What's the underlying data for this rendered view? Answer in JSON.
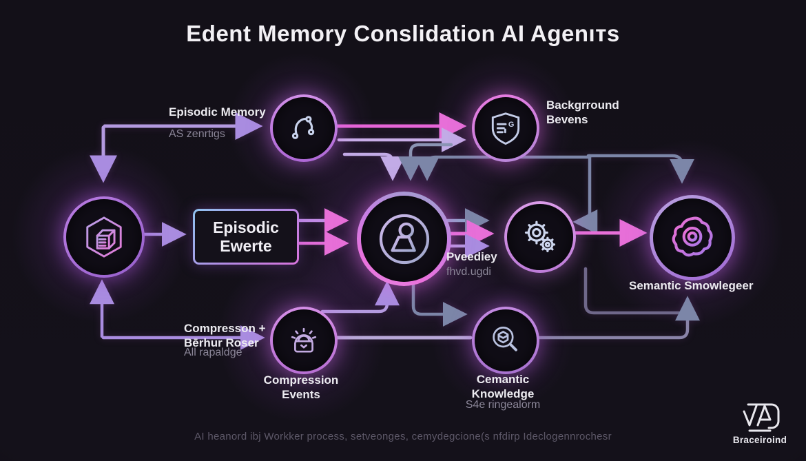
{
  "title": "Edent Memory Conslidation AI Agenıтs",
  "colors": {
    "background": "#131018",
    "accent_pink": "#e76fd8",
    "accent_purple": "#a98ce0",
    "accent_slate": "#7c86a8",
    "ring_purple": "#b97be0",
    "text_white": "#ecebf0",
    "text_gray": "#8b8698"
  },
  "diagram": {
    "top_left_edge": {
      "label": "Episodic Memory",
      "sub": "AS zenrtigs"
    },
    "route_node": {
      "icon": "route-icon"
    },
    "shield_node": {
      "icon": "shield-icon",
      "label1": "Backgrround",
      "label2": "Bevens"
    },
    "source_node": {
      "icon": "archive-cube-icon"
    },
    "event_box": {
      "line1": "Episodic",
      "line2": "Ewerte"
    },
    "agent_node": {
      "icon": "person-icon",
      "side_label": "Pveediey",
      "side_sub": "fhvd.ugdi"
    },
    "gears_node": {
      "icon": "gears-icon"
    },
    "semantic_node": {
      "icon": "flower-eye-icon",
      "label": "Semantic Smowlegeer"
    },
    "compression_edge": {
      "line1": "Compresson +",
      "line2": "Bērhur Roser",
      "sub": "All rapaldge"
    },
    "compression_node": {
      "icon": "gear-vault-icon",
      "label1": "Compression",
      "label2": "Events"
    },
    "knowledge_node": {
      "icon": "search-hexagon-icon",
      "label1": "Cemantic",
      "label2": "Knowledge",
      "sub": "S4e ringealorm"
    }
  },
  "footer": {
    "caption": "AI heanord ibj Workker process, setveonges, cemydegcione(s nfdirp Ideclogennrochesr",
    "logo_mark": "VA",
    "logo_text": "Braceiroind"
  }
}
